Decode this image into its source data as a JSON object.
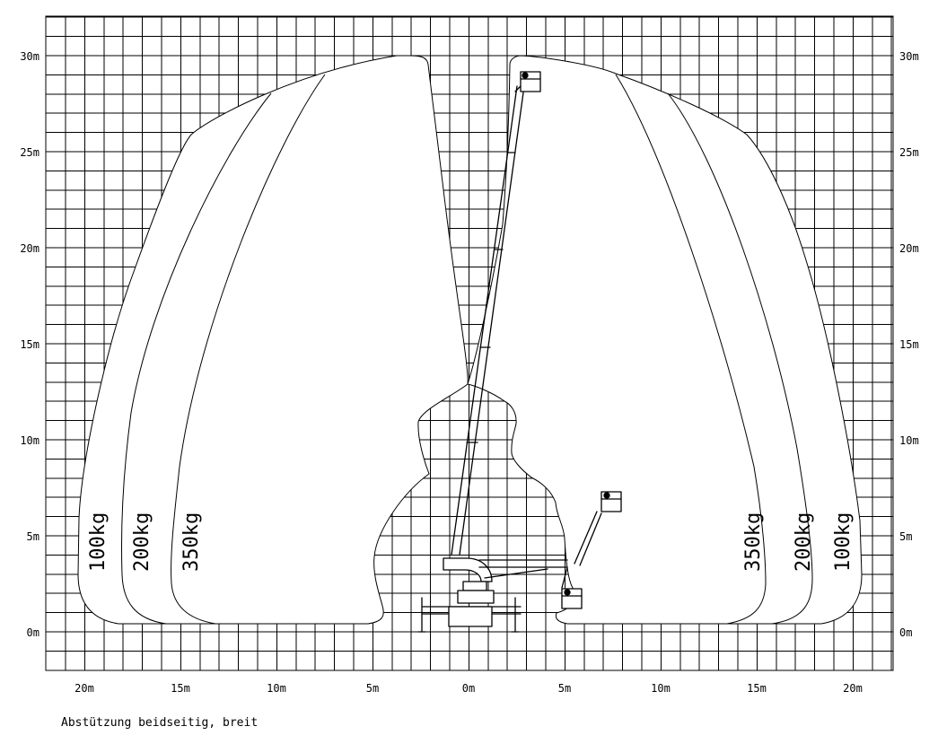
{
  "diagram": {
    "y_axis_labels": [
      "0m",
      "5m",
      "10m",
      "15m",
      "20m",
      "25m",
      "30m"
    ],
    "x_axis_labels": [
      "20m",
      "15m",
      "10m",
      "5m",
      "0m",
      "5m",
      "10m",
      "15m",
      "20m"
    ],
    "load_zones_left": [
      "100kg",
      "200kg",
      "350kg"
    ],
    "load_zones_right": [
      "350kg",
      "200kg",
      "100kg"
    ],
    "caption": "Abstützung beidseitig, breit"
  }
}
